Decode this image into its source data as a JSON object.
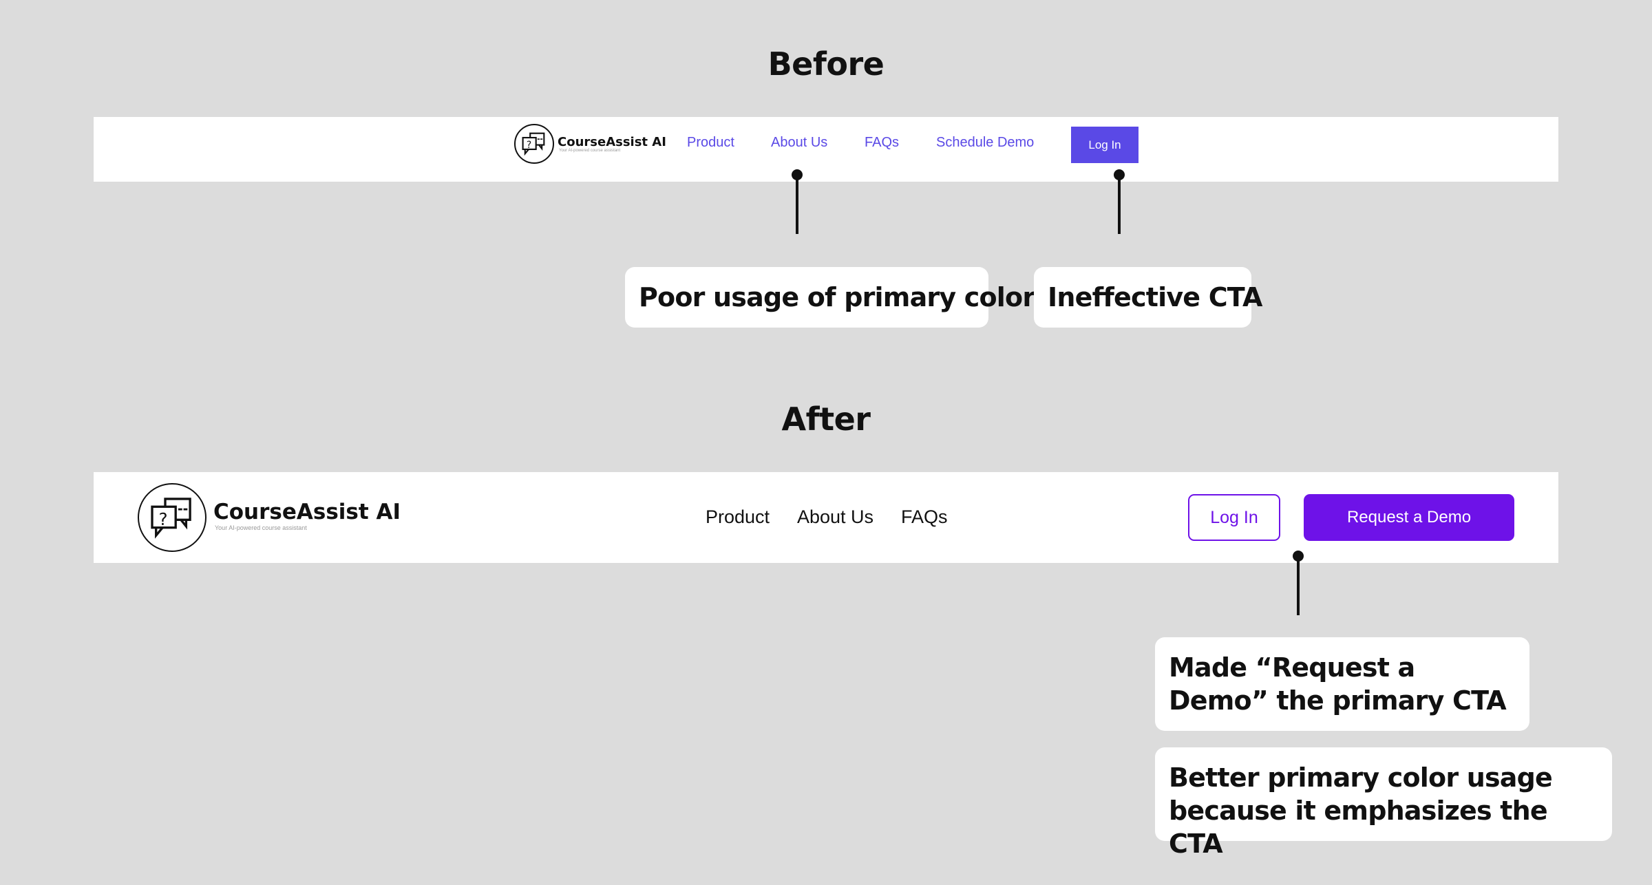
{
  "before": {
    "heading": "Before",
    "navbar": {
      "brand": "CourseAssist AI",
      "tagline": "Your AI-powered course assistant",
      "links": [
        "Product",
        "About Us",
        "FAQs",
        "Schedule Demo"
      ],
      "login_label": "Log In"
    },
    "callouts": [
      "Poor usage of primary color",
      "Ineffective CTA"
    ]
  },
  "after": {
    "heading": "After",
    "navbar": {
      "brand": "CourseAssist AI",
      "tagline": "Your AI-powered course assistant",
      "links": [
        "Product",
        "About Us",
        "FAQs"
      ],
      "login_label": "Log In",
      "demo_label": "Request a Demo"
    },
    "callouts": [
      "Made “Request a Demo” the primary CTA",
      "Better primary color usage because it emphasizes the CTA"
    ]
  },
  "colors": {
    "background": "#dcdcdc",
    "before_primary": "#5a49e6",
    "after_primary": "#6e12e8"
  },
  "icons": [
    "chat-bubbles-icon"
  ]
}
